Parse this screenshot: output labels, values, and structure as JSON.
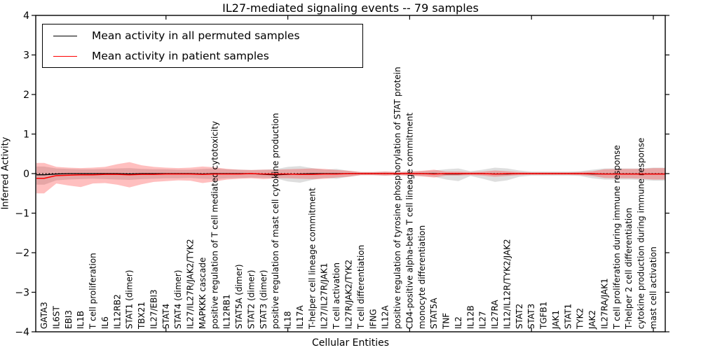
{
  "title": "IL27-mediated signaling events -- 79 samples",
  "axes": {
    "x_label": "Cellular Entities",
    "y_label": "Inferred Activity",
    "y_ticks": [
      4,
      3,
      2,
      1,
      0,
      -1,
      -2,
      -3,
      -4
    ],
    "y_min": -4,
    "y_max": 4
  },
  "legend": {
    "entries": [
      {
        "label": "Mean activity in all permuted samples",
        "color": "#000000"
      },
      {
        "label": "Mean activity in patient samples",
        "color": "#ff0000"
      }
    ]
  },
  "chart_data": {
    "type": "line",
    "title": "IL27-mediated signaling events -- 79 samples",
    "xlabel": "Cellular Entities",
    "ylabel": "Inferred Activity",
    "ylim": [
      -4,
      4
    ],
    "grid": false,
    "legend_position": "upper left",
    "x_major_tick_indices": [
      10,
      20,
      30,
      40,
      50
    ],
    "categories": [
      "GATA3",
      "IL6ST",
      "EBI3",
      "IL1B",
      "T cell proliferation",
      "IL6",
      "IL12RB2",
      "STAT1 (dimer)",
      "TBX21",
      "IL27/EBI3",
      "STAT4",
      "STAT4 (dimer)",
      "IL27/IL27R/JAK2/TYK2",
      "MAPKKK cascade",
      "positive regulation of T cell mediated cytotoxicity",
      "IL12RB1",
      "STAT5A (dimer)",
      "STAT2 (dimer)",
      "STAT3 (dimer)",
      "positive regulation of mast cell cytokine production",
      "IL18",
      "IL17A",
      "T-helper cell lineage commitment",
      "IL27/IL27R/JAK1",
      "T cell activation",
      "IL27R/JAK2/TYK2",
      "T cell differentiation",
      "IFNG",
      "IL12A",
      "positive regulation of tyrosine phosphorylation of STAT protein",
      "CD4-positive alpha-beta T cell lineage commitment",
      "monocyte differentiation",
      "STAT5A",
      "TNF",
      "IL2",
      "IL12B",
      "IL27",
      "IL27RA",
      "IL12/IL12R/TYK2/JAK2",
      "STAT2",
      "STAT3",
      "TGFB1",
      "JAK1",
      "STAT1",
      "TYK2",
      "JAK2",
      "IL27RA/JAK1",
      "T cell proliferation during immune response",
      "T-helper 2 cell differentiation",
      "cytokine production during immune response",
      "mast cell activation"
    ],
    "series": [
      {
        "name": "Mean activity in all permuted samples",
        "color": "#000000",
        "values": [
          -0.03,
          -0.01,
          0,
          0,
          0,
          0,
          0,
          -0.01,
          0,
          0,
          0,
          0,
          0,
          -0.01,
          0,
          0,
          0,
          0,
          -0.02,
          -0.03,
          -0.02,
          -0.01,
          0,
          0,
          0,
          0,
          0,
          0,
          0,
          0,
          0,
          0,
          0,
          -0.01,
          -0.01,
          0,
          0,
          -0.01,
          -0.01,
          0,
          0,
          0,
          0,
          0,
          0,
          -0.01,
          -0.01,
          -0.01,
          -0.01,
          -0.01,
          -0.01
        ]
      },
      {
        "name": "Mean activity in patient samples",
        "color": "#ff0000",
        "values": [
          -0.12,
          -0.05,
          -0.04,
          -0.03,
          -0.03,
          -0.02,
          -0.02,
          -0.03,
          -0.02,
          -0.02,
          -0.01,
          -0.01,
          -0.01,
          -0.02,
          -0.01,
          -0.01,
          -0.01,
          0,
          -0.01,
          -0.01,
          -0.01,
          -0.02,
          -0.02,
          -0.01,
          -0.01,
          0,
          0,
          0,
          0,
          0,
          0,
          0,
          -0.01,
          0,
          0,
          0,
          0,
          -0.01,
          0,
          0,
          0,
          0,
          0,
          0,
          0,
          0,
          -0.01,
          -0.01,
          -0.01,
          -0.01,
          -0.01
        ]
      }
    ],
    "bands": [
      {
        "name": "permuted samples range",
        "color": "#000000",
        "opacity": 0.13,
        "upper": [
          0.18,
          0.13,
          0.12,
          0.11,
          0.11,
          0.12,
          0.13,
          0.14,
          0.12,
          0.11,
          0.11,
          0.1,
          0.1,
          0.12,
          0.13,
          0.11,
          0.1,
          0.09,
          0.1,
          0.11,
          0.17,
          0.19,
          0.14,
          0.1,
          0.12,
          0.07,
          0.04,
          0.04,
          0.05,
          0.04,
          0.05,
          0.06,
          0.08,
          0.11,
          0.13,
          0.06,
          0.1,
          0.15,
          0.13,
          0.08,
          0.05,
          0.05,
          0.05,
          0.05,
          0.06,
          0.1,
          0.13,
          0.13,
          0.13,
          0.13,
          0.15
        ],
        "lower": [
          -0.28,
          -0.17,
          -0.15,
          -0.14,
          -0.13,
          -0.14,
          -0.15,
          -0.16,
          -0.14,
          -0.13,
          -0.12,
          -0.12,
          -0.11,
          -0.13,
          -0.14,
          -0.12,
          -0.11,
          -0.1,
          -0.11,
          -0.12,
          -0.2,
          -0.23,
          -0.16,
          -0.11,
          -0.13,
          -0.08,
          -0.04,
          -0.04,
          -0.05,
          -0.04,
          -0.05,
          -0.06,
          -0.08,
          -0.15,
          -0.19,
          -0.06,
          -0.13,
          -0.21,
          -0.17,
          -0.08,
          -0.05,
          -0.05,
          -0.05,
          -0.05,
          -0.06,
          -0.12,
          -0.15,
          -0.15,
          -0.15,
          -0.16,
          -0.18
        ]
      },
      {
        "name": "patient samples range",
        "color": "#ff0000",
        "opacity": 0.25,
        "upper": [
          0.27,
          0.17,
          0.15,
          0.14,
          0.15,
          0.17,
          0.24,
          0.29,
          0.21,
          0.17,
          0.15,
          0.14,
          0.15,
          0.18,
          0.16,
          0.12,
          0.1,
          0.09,
          0.1,
          0.1,
          0.11,
          0.12,
          0.13,
          0.12,
          0.09,
          0.07,
          0.04,
          0.04,
          0.05,
          0.04,
          0.05,
          0.07,
          0.1,
          0.05,
          0.05,
          0.04,
          0.05,
          0.08,
          0.06,
          0.04,
          0.03,
          0.03,
          0.03,
          0.03,
          0.04,
          0.06,
          0.11,
          0.12,
          0.12,
          0.12,
          0.14
        ],
        "lower": [
          -0.5,
          -0.25,
          -0.3,
          -0.34,
          -0.25,
          -0.24,
          -0.28,
          -0.35,
          -0.27,
          -0.21,
          -0.19,
          -0.17,
          -0.18,
          -0.24,
          -0.2,
          -0.15,
          -0.13,
          -0.12,
          -0.14,
          -0.12,
          -0.12,
          -0.13,
          -0.14,
          -0.13,
          -0.1,
          -0.08,
          -0.04,
          -0.04,
          -0.05,
          -0.04,
          -0.05,
          -0.07,
          -0.1,
          -0.05,
          -0.05,
          -0.04,
          -0.05,
          -0.08,
          -0.06,
          -0.04,
          -0.03,
          -0.03,
          -0.03,
          -0.03,
          -0.04,
          -0.06,
          -0.11,
          -0.12,
          -0.12,
          -0.13,
          -0.15
        ]
      }
    ],
    "zero_line": {
      "y": 0,
      "style": "dotted",
      "color": "#000000"
    }
  }
}
